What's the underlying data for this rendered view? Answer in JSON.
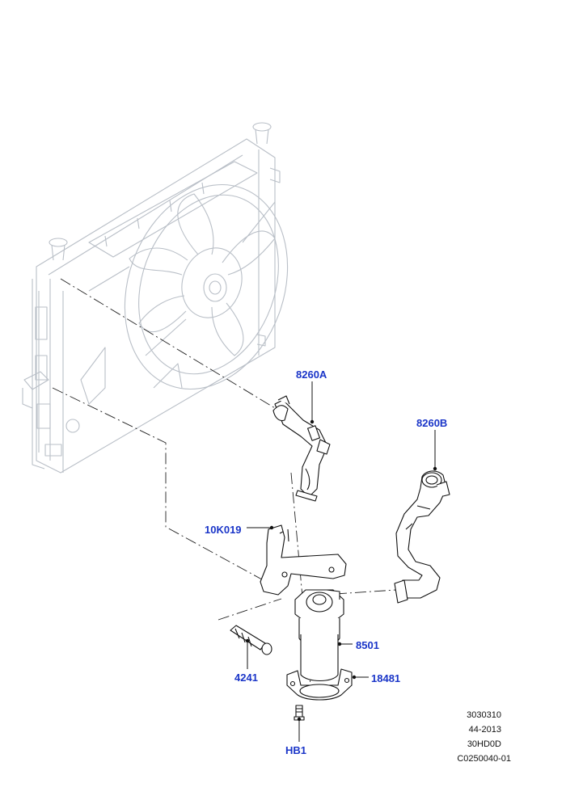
{
  "callouts": {
    "c8260A": "8260A",
    "c8260B": "8260B",
    "c10K019": "10K019",
    "c8501": "8501",
    "c4241": "4241",
    "c18481": "18481",
    "cHB1": "HB1"
  },
  "reference": {
    "line1": "3030310",
    "line2": "44-2013",
    "line3": "30HD0D",
    "line4": "C0250040-01"
  },
  "colors": {
    "callout": "#1a35c8",
    "ghost_line": "#b9bfc7",
    "part_line": "#111111"
  }
}
